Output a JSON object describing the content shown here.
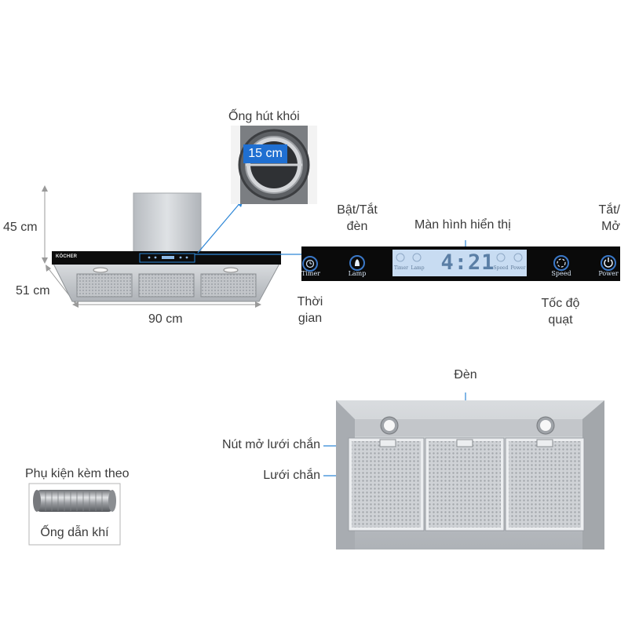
{
  "colors": {
    "accent": "#2d86d6",
    "stainless": "#c9ccd0",
    "glass_panel": "#0a0a0a",
    "display_bg": "#c8dcf2",
    "button_ring": "#3a78c8"
  },
  "hood": {
    "dim_height": "45 cm",
    "dim_depth": "51 cm",
    "dim_width": "90 cm",
    "brand": "KÖCHER"
  },
  "duct_inset": {
    "title": "Ống hút khói",
    "size": "15 cm"
  },
  "control_panel": {
    "callouts": {
      "lamp": [
        "Bật/Tắt",
        "đèn"
      ],
      "display": "Màn hình hiển thị",
      "power": [
        "Tắt/",
        "Mở"
      ],
      "timer": [
        "Thời",
        "gian"
      ],
      "speed": [
        "Tốc độ",
        "quạt"
      ]
    },
    "buttons": {
      "timer": "Timer",
      "lamp": "Lamp",
      "speed": "Speed",
      "power": "Power"
    },
    "display": {
      "time": "4:21",
      "timer": "Timer",
      "lamp": "Lamp",
      "speed": "Speed",
      "power": "Power"
    }
  },
  "accessory": {
    "title": "Phụ kiện kèm theo",
    "item": "Ống dẫn khí"
  },
  "underside": {
    "lamp": "Đèn",
    "filter_button": "Nút mở lưới chắn",
    "filter": "Lưới chắn"
  }
}
